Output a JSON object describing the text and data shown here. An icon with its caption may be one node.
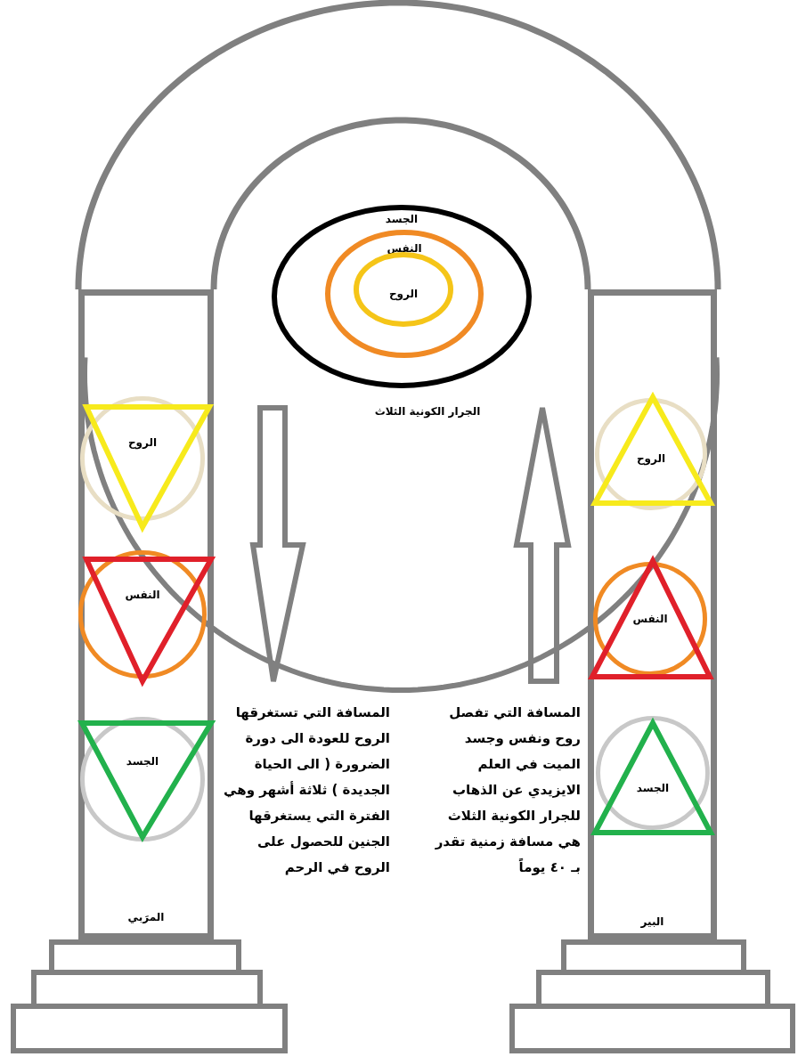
{
  "diagram": {
    "nodes": [
      {
        "text": [
          "الجسد"
        ],
        "beside": [
          "الجرار الكونية الثلاث"
        ]
      },
      {
        "text": [
          "النفس"
        ],
        "in": 0
      },
      {
        "text": [
          "الروح"
        ],
        "in": 1
      },
      {
        "text": [
          "المرَبي"
        ]
      },
      {
        "text": [
          "الروح"
        ],
        "in": 3
      },
      {
        "text": [
          "النفس"
        ],
        "in": 3
      },
      {
        "text": [
          "الجسد"
        ],
        "in": 3
      },
      {
        "text": [
          "البير"
        ]
      },
      {
        "text": [
          "الروح"
        ],
        "in": 7
      },
      {
        "text": [
          "النفس"
        ],
        "in": 7
      },
      {
        "text": [
          "الجسد"
        ],
        "in": 7
      }
    ],
    "labels": [
      "المسافة التي تفصل روح ونفس وجسد الميت في العلم الايزيدي عن الذهاب للجرار الكونية الثلاث هي مسافة زمنية تقدر بـ ٤٠ يوماً",
      "المسافة التي تستغرقها الروح للعودة الى دورة الضرورة ( الى الحياة الجديدة ) ثلاثة أشهر وهي الفترة التي يستغرقها الجنين للحصول على الروح في الرحم"
    ]
  }
}
